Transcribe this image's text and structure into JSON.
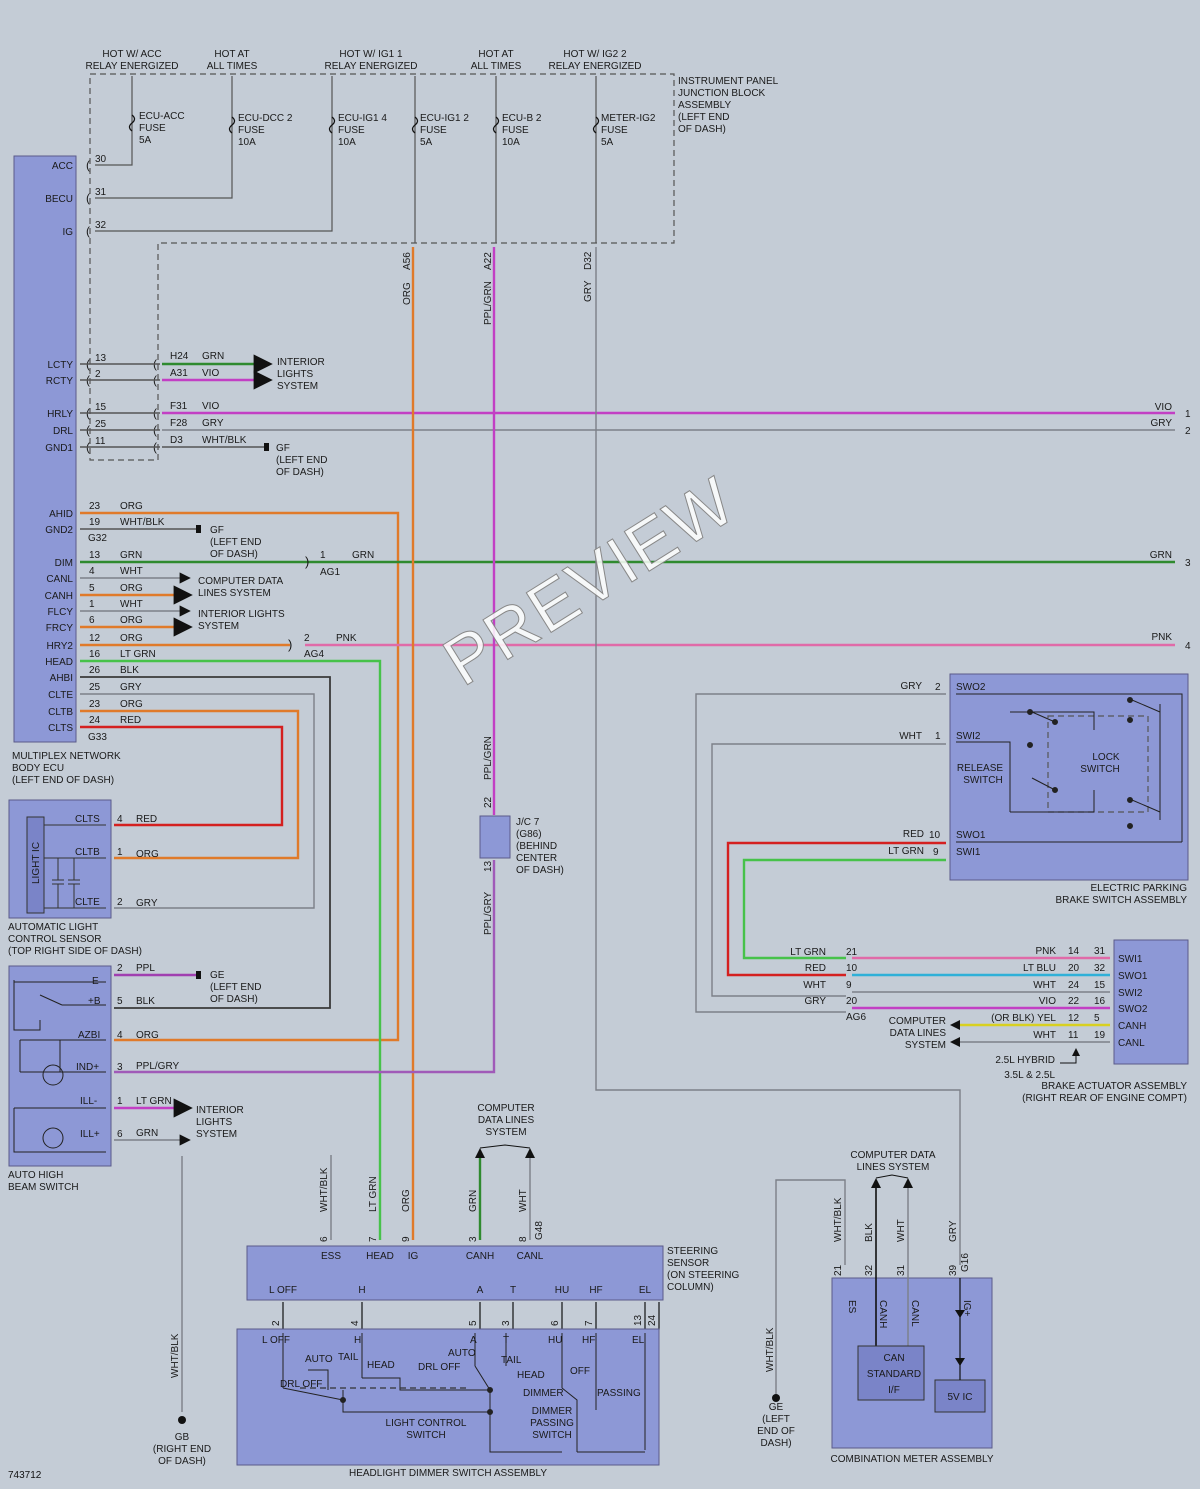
{
  "figure_id": "743712",
  "watermark": "PREVIEW",
  "top_labels": [
    {
      "line1": "HOT W/ ACC",
      "line2": "RELAY ENERGIZED"
    },
    {
      "line1": "HOT AT",
      "line2": "ALL TIMES"
    },
    {
      "line1": "HOT W/ IG1 1",
      "line2": "RELAY ENERGIZED"
    },
    {
      "line1": "HOT AT",
      "line2": "ALL TIMES"
    },
    {
      "line1": "HOT W/ IG2 2",
      "line2": "RELAY ENERGIZED"
    }
  ],
  "fuses": [
    {
      "name": "ECU-ACC",
      "type": "FUSE",
      "amps": "5A"
    },
    {
      "name": "ECU-DCC 2",
      "type": "FUSE",
      "amps": "10A"
    },
    {
      "name": "ECU-IG1 4",
      "type": "FUSE",
      "amps": "10A"
    },
    {
      "name": "ECU-IG1 2",
      "type": "FUSE",
      "amps": "5A"
    },
    {
      "name": "ECU-B 2",
      "type": "FUSE",
      "amps": "10A"
    },
    {
      "name": "METER-IG2",
      "type": "FUSE",
      "amps": "5A"
    }
  ],
  "junction_block": [
    "INSTRUMENT PANEL",
    "JUNCTION BLOCK",
    "ASSEMBLY",
    "(LEFT END",
    "OF DASH)"
  ],
  "jb_pins": [
    "A56",
    "A22",
    "D32"
  ],
  "jb_wires": [
    "ORG",
    "PPL/GRN",
    "GRY"
  ],
  "ecu": {
    "label": [
      "MULTIPLEX NETWORK",
      "BODY ECU",
      "(LEFT END OF DASH)"
    ],
    "pins_top": [
      {
        "name": "ACC",
        "num": "30"
      },
      {
        "name": "BECU",
        "num": "31"
      },
      {
        "name": "IG",
        "num": "32"
      }
    ],
    "pins_mid": [
      {
        "name": "LCTY",
        "num": "13",
        "conn": "H24",
        "color": "GRN"
      },
      {
        "name": "RCTY",
        "num": "2",
        "conn": "A31",
        "color": "VIO"
      },
      {
        "name": "HRLY",
        "num": "15",
        "conn": "F31",
        "color": "VIO"
      },
      {
        "name": "DRL",
        "num": "25",
        "conn": "F28",
        "color": "GRY"
      },
      {
        "name": "GND1",
        "num": "11",
        "conn": "D3",
        "color": "WHT/BLK"
      }
    ],
    "pins_low": [
      {
        "name": "AHID",
        "num": "23",
        "color": "ORG"
      },
      {
        "name": "GND2",
        "num": "19",
        "color": "WHT/BLK"
      },
      {
        "name": "DIM",
        "num": "13",
        "color": "GRN"
      },
      {
        "name": "CANL",
        "num": "4",
        "color": "WHT"
      },
      {
        "name": "CANH",
        "num": "5",
        "color": "ORG"
      },
      {
        "name": "FLCY",
        "num": "1",
        "color": "WHT"
      },
      {
        "name": "FRCY",
        "num": "6",
        "color": "ORG"
      },
      {
        "name": "HRY2",
        "num": "12",
        "color": "ORG"
      },
      {
        "name": "HEAD",
        "num": "16",
        "color": "LT GRN"
      },
      {
        "name": "AHBI",
        "num": "26",
        "color": "BLK"
      },
      {
        "name": "CLTE",
        "num": "25",
        "color": "GRY"
      },
      {
        "name": "CLTB",
        "num": "23",
        "color": "ORG"
      },
      {
        "name": "CLTS",
        "num": "24",
        "color": "RED"
      }
    ],
    "conn_g32": "G32",
    "conn_g33": "G33"
  },
  "interior_lights": [
    "INTERIOR",
    "LIGHTS",
    "SYSTEM"
  ],
  "computer_data": [
    "COMPUTER DATA",
    "LINES SYSTEM"
  ],
  "interior_lights2": [
    "INTERIOR LIGHTS",
    "SYSTEM"
  ],
  "ground_gf": [
    "GF",
    "(LEFT END",
    "OF DASH)"
  ],
  "ground_ge": [
    "GE",
    "(LEFT END",
    "OF DASH)"
  ],
  "ground_gb": [
    "GB",
    "(RIGHT END",
    "OF DASH)"
  ],
  "ground_ge2": [
    "GE",
    "(LEFT",
    "END OF",
    "DASH)"
  ],
  "ag1": {
    "pin": "1",
    "conn": "AG1",
    "color": "GRN"
  },
  "ag4": {
    "pin": "2",
    "conn": "AG4",
    "color": "PNK"
  },
  "right_edge": [
    {
      "color": "VIO",
      "num": "1"
    },
    {
      "color": "GRY",
      "num": "2"
    },
    {
      "color": "GRN",
      "num": "3"
    },
    {
      "color": "PNK",
      "num": "4"
    }
  ],
  "jc7": {
    "label": [
      "J/C 7",
      "(G86)",
      "(BEHIND",
      "CENTER",
      "OF DASH)"
    ],
    "pin_top": "22",
    "pin_bot": "13",
    "wire_top": "PPL/GRN",
    "wire_bot": "PPL/GRY"
  },
  "light_sensor": {
    "label": [
      "AUTOMATIC LIGHT",
      "CONTROL SENSOR",
      "(TOP RIGHT SIDE OF DASH)"
    ],
    "ic": "LIGHT IC",
    "pins": [
      {
        "name": "CLTS",
        "num": "4",
        "color": "RED"
      },
      {
        "name": "CLTB",
        "num": "1",
        "color": "ORG"
      },
      {
        "name": "CLTE",
        "num": "2",
        "color": "GRY"
      }
    ]
  },
  "high_beam": {
    "label": [
      "AUTO HIGH",
      "BEAM SWITCH"
    ],
    "pins": [
      {
        "name": "E",
        "num": "2",
        "color": "PPL"
      },
      {
        "name": "+B",
        "num": "5",
        "color": "BLK"
      },
      {
        "name": "AZBI",
        "num": "4",
        "color": "ORG"
      },
      {
        "name": "IND+",
        "num": "3",
        "color": "PPL/GRY"
      },
      {
        "name": "ILL-",
        "num": "1",
        "color": "LT GRN"
      },
      {
        "name": "ILL+",
        "num": "6",
        "color": "GRN"
      }
    ]
  },
  "epb": {
    "label": [
      "ELECTRIC PARKING",
      "BRAKE SWITCH ASSEMBLY"
    ],
    "pins": [
      {
        "name": "SWO2",
        "num": "2",
        "color": "GRY"
      },
      {
        "name": "SWI2",
        "num": "1",
        "color": "WHT"
      },
      {
        "name": "SWO1",
        "num": "10",
        "color": "RED"
      },
      {
        "name": "SWI1",
        "num": "9",
        "color": "LT GRN"
      }
    ],
    "release": [
      "RELEASE",
      "SWITCH"
    ],
    "lock": [
      "LOCK",
      "SWITCH"
    ]
  },
  "brake_actuator": {
    "label": [
      "BRAKE ACTUATOR ASSEMBLY",
      "(RIGHT REAR OF ENGINE COMPT)"
    ],
    "left_rows": [
      {
        "color": "LT GRN",
        "num": "21"
      },
      {
        "color": "RED",
        "num": "10"
      },
      {
        "color": "WHT",
        "num": "9"
      },
      {
        "color": "GRY",
        "num": "20"
      }
    ],
    "ag6": "AG6",
    "rows": [
      {
        "color": "PNK",
        "a": "14",
        "b": "31",
        "name": "SWI1"
      },
      {
        "color": "LT BLU",
        "a": "20",
        "b": "32",
        "name": "SWO1"
      },
      {
        "color": "WHT",
        "a": "24",
        "b": "15",
        "name": "SWI2"
      },
      {
        "color": "VIO",
        "a": "22",
        "b": "16",
        "name": "SWO2"
      },
      {
        "color": "(OR BLK) YEL",
        "a": "12",
        "b": "5",
        "name": "CANH"
      },
      {
        "color": "WHT",
        "a": "11",
        "b": "19",
        "name": "CANL"
      }
    ],
    "cdl": [
      "COMPUTER",
      "DATA LINES",
      "SYSTEM"
    ],
    "variant_a": "2.5L HYBRID",
    "variant_b": "3.5L & 2.5L"
  },
  "steering_sensor": {
    "label": [
      "STEERING",
      "SENSOR",
      "(ON STEERING",
      "COLUMN)"
    ],
    "top_pins": [
      {
        "name": "ESS",
        "num": "6",
        "wire": "WHT/BLK"
      },
      {
        "name": "HEAD",
        "num": "7",
        "wire": "LT GRN"
      },
      {
        "name": "IG",
        "num": "9",
        "wire": "ORG"
      },
      {
        "name": "CANH",
        "num": "3",
        "wire": "GRN"
      },
      {
        "name": "CANL",
        "num": "8",
        "wire": "WHT"
      }
    ],
    "conn": "G48",
    "bottom_pins": [
      {
        "name": "L OFF",
        "num": "2"
      },
      {
        "name": "H",
        "num": "4"
      },
      {
        "name": "A",
        "num": "5"
      },
      {
        "name": "T",
        "num": "3"
      },
      {
        "name": "HU",
        "num": "6"
      },
      {
        "name": "HF",
        "num": "7"
      },
      {
        "name": "EL",
        "num": "13"
      },
      {
        "name": "",
        "num": "24"
      }
    ],
    "cdl": [
      "COMPUTER",
      "DATA LINES",
      "SYSTEM"
    ]
  },
  "dimmer": {
    "label": "HEADLIGHT DIMMER SWITCH ASSEMBLY",
    "tops": [
      "L OFF",
      "H",
      "A",
      "T",
      "HU",
      "HF",
      "EL"
    ],
    "words": {
      "auto": "AUTO",
      "tail": "TAIL",
      "head": "HEAD",
      "drl_off": "DRL OFF",
      "drl_off2": "DRL OFF",
      "auto2": "AUTO",
      "tail2": "TAIL",
      "head2": "HEAD",
      "off": "OFF",
      "dimmer": "DIMMER",
      "passing": "PASSING"
    },
    "lcs": [
      "LIGHT CONTROL",
      "SWITCH"
    ],
    "dps": [
      "DIMMER",
      "PASSING",
      "SWITCH"
    ]
  },
  "combo_meter": {
    "label": "COMBINATION METER ASSEMBLY",
    "cdl": [
      "COMPUTER DATA",
      "LINES SYSTEM"
    ],
    "pins": [
      {
        "name": "ES",
        "num": "21",
        "wire": "WHT/BLK"
      },
      {
        "name": "CANH",
        "num": "32",
        "wire": "BLK"
      },
      {
        "name": "CANL",
        "num": "31",
        "wire": "WHT"
      },
      {
        "name": "IG+",
        "num": "39",
        "wire": "GRY"
      }
    ],
    "conn": "G16",
    "can": [
      "CAN",
      "STANDARD",
      "I/F"
    ],
    "ic": "5V IC",
    "gb_wire": "WHT/BLK",
    "ge_wire": "WHT/BLK"
  },
  "colors": {
    "ORG": "#e07a2a",
    "GRN": "#2f8a2f",
    "LTGRN": "#47c24a",
    "VIO": "#c23fc4",
    "PNK": "#e06aa8",
    "RED": "#d42020",
    "BLK": "#222222",
    "GRY": "#7c8088",
    "WHT": "#7c8088",
    "PPL": "#a03fb0",
    "LTBLU": "#2fb0d8",
    "YEL": "#d8d020",
    "COMP": "#8d98d6"
  }
}
